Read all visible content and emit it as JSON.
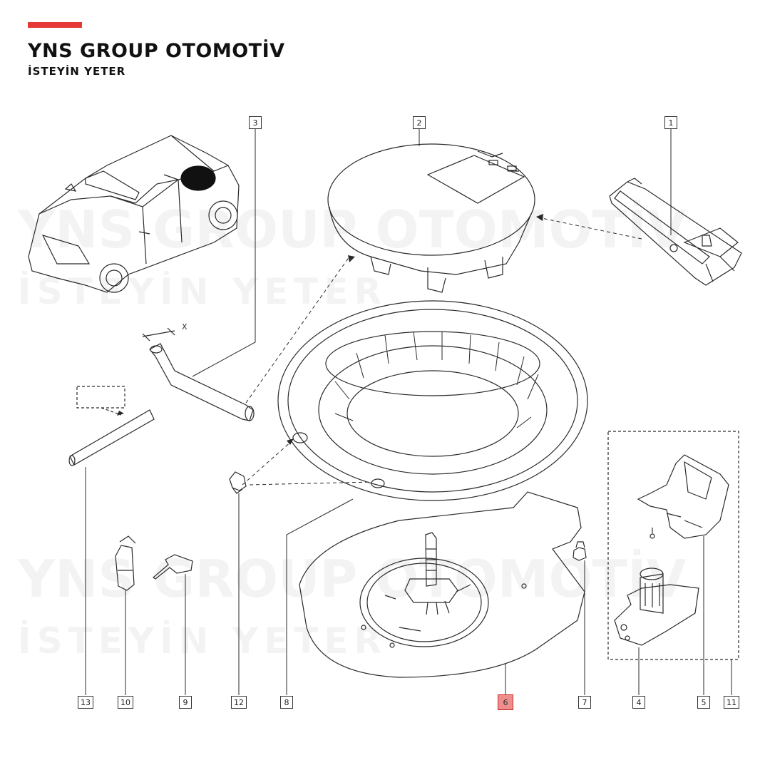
{
  "brand": {
    "title": "YNS GROUP OTOMOTİV",
    "subtitle": "İSTEYİN YETER",
    "accent_color": "#e53935"
  },
  "watermark": {
    "title": "YNS GROUP OTOMOTİV",
    "subtitle": "İSTEYİN YETER"
  },
  "diagram": {
    "dimension_label": "X",
    "active_callout": "6",
    "active_color": "#ef8d8d",
    "callouts": [
      "1",
      "2",
      "3",
      "4",
      "5",
      "6",
      "7",
      "8",
      "9",
      "10",
      "11",
      "12",
      "13"
    ]
  }
}
